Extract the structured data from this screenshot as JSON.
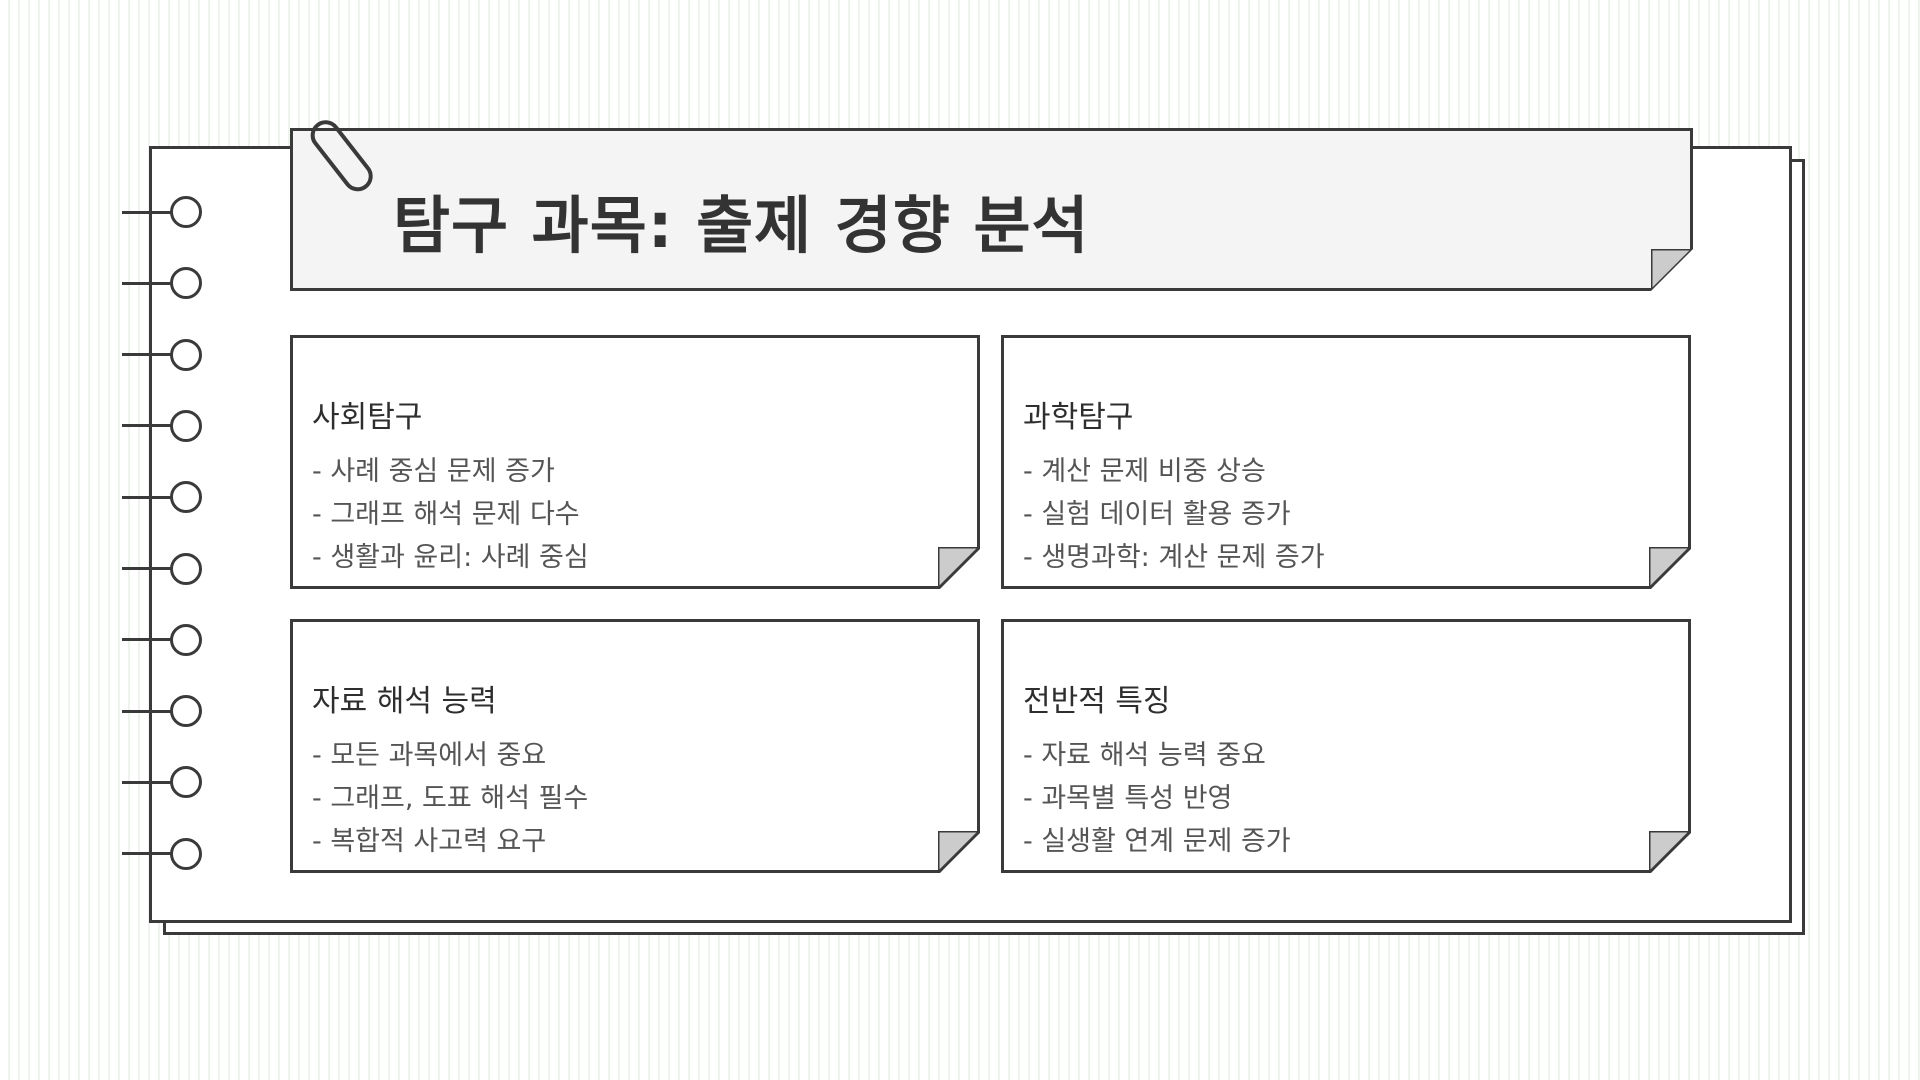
{
  "page": {
    "title": "탐구 과목: 출제 경향 분석"
  },
  "cards": [
    {
      "title": "사회탐구",
      "items": [
        "- 사례 중심 문제 증가",
        "- 그래프 해석 문제 다수",
        "- 생활과 윤리: 사례 중심"
      ]
    },
    {
      "title": "과학탐구",
      "items": [
        "- 계산 문제 비중 상승",
        "- 실험 데이터 활용 증가",
        "- 생명과학: 계산 문제 증가"
      ]
    },
    {
      "title": "자료 해석 능력",
      "items": [
        "- 모든 과목에서 중요",
        "- 그래프, 도표 해석 필수",
        "- 복합적 사고력 요구"
      ]
    },
    {
      "title": "전반적 특징",
      "items": [
        "- 자료 해석 능력 중요",
        "- 과목별 특성 반영",
        "- 실생활 연계 문제 증가"
      ]
    }
  ],
  "colors": {
    "ink": "#3a3a3a",
    "panel": "#f4f4f4",
    "fold": "#cccccc",
    "stripe": "#eef3ee"
  },
  "icons": {
    "clip": "paperclip-icon",
    "rings": "binder-ring-icon"
  }
}
